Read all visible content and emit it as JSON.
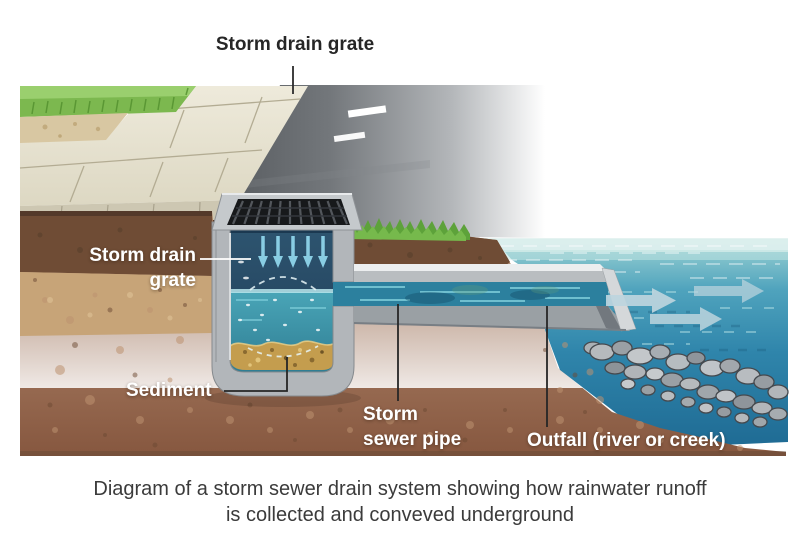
{
  "diagram": {
    "title_label": "Storm drain grate",
    "labels": {
      "catch_basin": {
        "line1": "Storm drain",
        "line2": "grate"
      },
      "sediment": "Sediment",
      "pipe": {
        "line1": "Storm",
        "line2": "sewer pipe"
      },
      "outfall": "Outfall (river or creek)"
    },
    "caption": {
      "line1": "Diagram of a storm sewer drain system showing how rainwater runoff",
      "line2": "is collected and conveved underground"
    },
    "colors": {
      "background": "#ffffff",
      "label_text_light": "#ffffff",
      "label_text_dark": "#262626",
      "caption_text": "#3b3b3b",
      "grass": "#7cb84f",
      "sidewalk": "#e9e5d4",
      "road": "#63676b",
      "soil_dark_layer": "#6f4c35",
      "soil_tan_layer": "#c7a478",
      "soil_main": "#9d7257",
      "concrete": "#b2b6ba",
      "basin_chamber": "#27455f",
      "basin_water": "#3a8ca3",
      "sediment_gold": "#c49d4e",
      "pipe_water": "#2c809e",
      "river_deep": "#1f6b94",
      "river_surface": "#d8eeea",
      "flow_arrow": "#bdd5de",
      "rock": "#aab0b4"
    }
  }
}
